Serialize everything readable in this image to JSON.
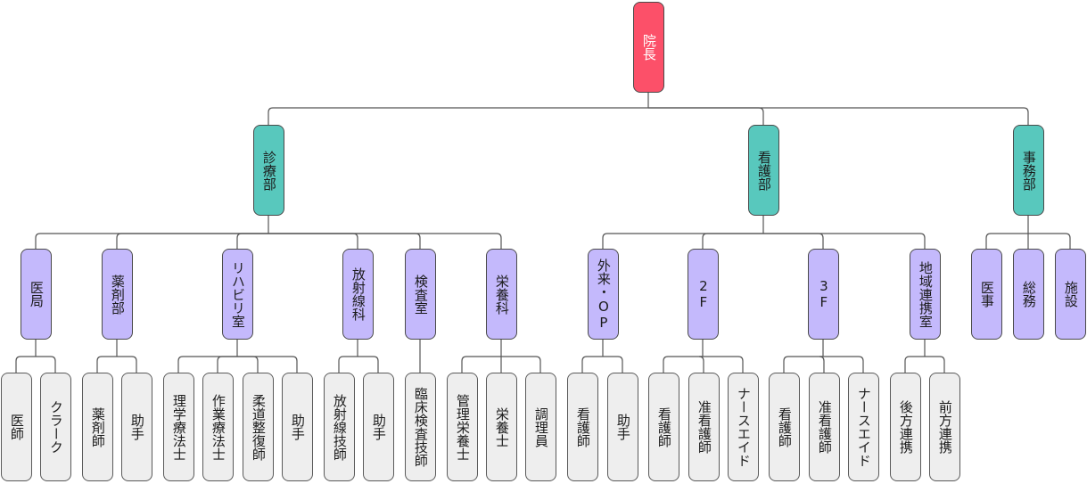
{
  "title": "院長",
  "colors": {
    "root": "#fc5069",
    "division": "#58c8bd",
    "department": "#c4b9fc",
    "role": "#eeeeee",
    "connector": "#555555"
  },
  "tree": {
    "label": "院長",
    "children": [
      {
        "label": "診療部",
        "children": [
          {
            "label": "医局",
            "children": [
              {
                "label": "医師"
              },
              {
                "label": "クラーク"
              }
            ]
          },
          {
            "label": "薬剤部",
            "children": [
              {
                "label": "薬剤師"
              },
              {
                "label": "助手"
              }
            ]
          },
          {
            "label": "リハビリ室",
            "children": [
              {
                "label": "理学療法士"
              },
              {
                "label": "作業療法士"
              },
              {
                "label": "柔道整復師"
              },
              {
                "label": "助手"
              }
            ]
          },
          {
            "label": "放射線科",
            "children": [
              {
                "label": "放射線技師"
              },
              {
                "label": "助手"
              }
            ]
          },
          {
            "label": "検査室",
            "children": [
              {
                "label": "臨床検査技師"
              }
            ]
          },
          {
            "label": "栄養科",
            "children": [
              {
                "label": "管理栄養士"
              },
              {
                "label": "栄養士"
              },
              {
                "label": "調理員"
              }
            ]
          }
        ]
      },
      {
        "label": "看護部",
        "children": [
          {
            "label": "外来・OP",
            "children": [
              {
                "label": "看護師"
              },
              {
                "label": "助手"
              }
            ]
          },
          {
            "label": "2F",
            "children": [
              {
                "label": "看護師"
              },
              {
                "label": "准看護師"
              },
              {
                "label": "ナースエイド"
              }
            ]
          },
          {
            "label": "3F",
            "children": [
              {
                "label": "看護師"
              },
              {
                "label": "准看護師"
              },
              {
                "label": "ナースエイド"
              }
            ]
          },
          {
            "label": "地域連携室",
            "children": [
              {
                "label": "後方連携"
              },
              {
                "label": "前方連携"
              }
            ]
          }
        ]
      },
      {
        "label": "事務部",
        "children": [
          {
            "label": "医事"
          },
          {
            "label": "総務"
          },
          {
            "label": "施設"
          }
        ]
      }
    ]
  }
}
